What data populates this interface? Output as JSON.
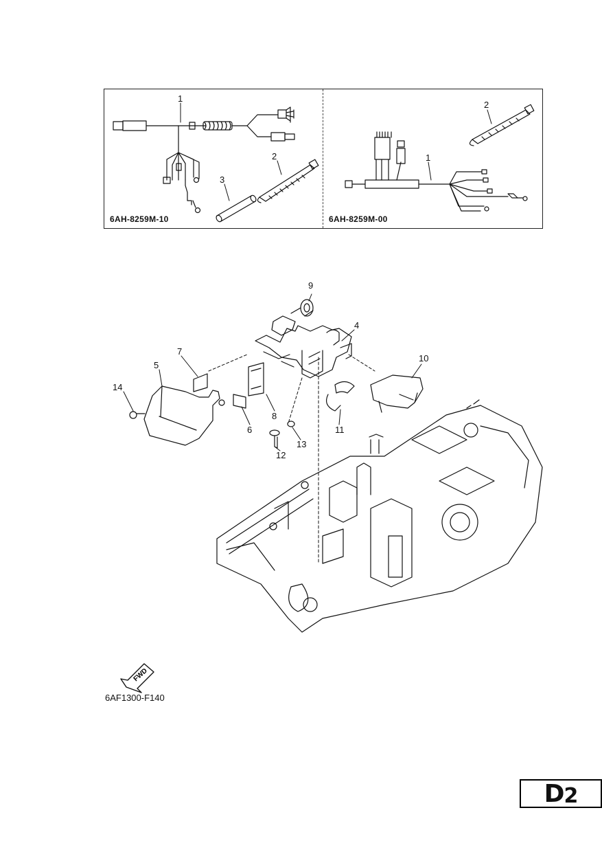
{
  "kits": [
    {
      "code": "6AH-8259M-10",
      "parts": [
        {
          "ref": "1",
          "name": "wire-harness"
        },
        {
          "ref": "2",
          "name": "cable-tie"
        },
        {
          "ref": "3",
          "name": "tube"
        }
      ]
    },
    {
      "code": "6AH-8259M-00",
      "parts": [
        {
          "ref": "1",
          "name": "wire-harness"
        },
        {
          "ref": "2",
          "name": "cable-tie"
        }
      ]
    }
  ],
  "callouts": [
    "4",
    "5",
    "6",
    "7",
    "8",
    "9",
    "10",
    "11",
    "12",
    "13",
    "14"
  ],
  "fwd": {
    "text": "FWD",
    "icon": "fwd-arrow-icon"
  },
  "figure_code": "6AF1300-F140",
  "page": {
    "letter": "D",
    "digit": "2"
  }
}
